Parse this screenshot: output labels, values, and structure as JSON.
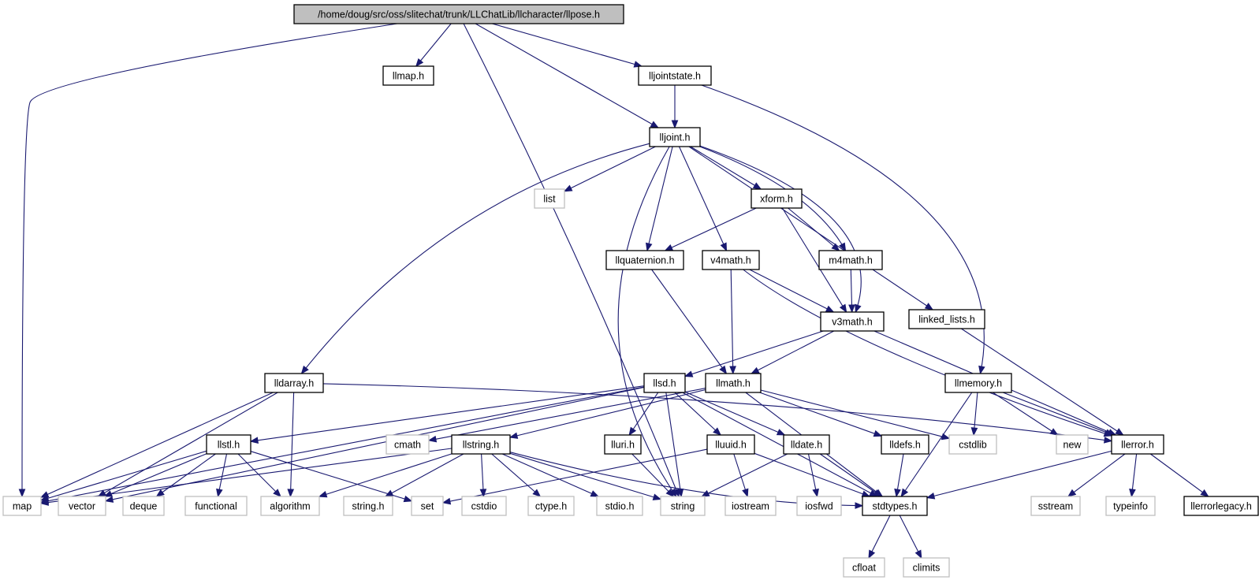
{
  "nodes": [
    {
      "id": "root",
      "label": "/home/doug/src/oss/slitechat/trunk/LLChatLib/llcharacter/llpose.h",
      "kind": "root"
    },
    {
      "id": "llmap",
      "label": "llmap.h",
      "kind": "local"
    },
    {
      "id": "lljointstate",
      "label": "lljointstate.h",
      "kind": "local"
    },
    {
      "id": "lljoint",
      "label": "lljoint.h",
      "kind": "local"
    },
    {
      "id": "list",
      "label": "list",
      "kind": "system"
    },
    {
      "id": "xform",
      "label": "xform.h",
      "kind": "local"
    },
    {
      "id": "llquaternion",
      "label": "llquaternion.h",
      "kind": "local"
    },
    {
      "id": "v4math",
      "label": "v4math.h",
      "kind": "local"
    },
    {
      "id": "m4math",
      "label": "m4math.h",
      "kind": "local"
    },
    {
      "id": "v3math",
      "label": "v3math.h",
      "kind": "local"
    },
    {
      "id": "linked_lists",
      "label": "linked_lists.h",
      "kind": "local"
    },
    {
      "id": "lldarray",
      "label": "lldarray.h",
      "kind": "local"
    },
    {
      "id": "llsd",
      "label": "llsd.h",
      "kind": "local"
    },
    {
      "id": "llmath",
      "label": "llmath.h",
      "kind": "local"
    },
    {
      "id": "llmemory",
      "label": "llmemory.h",
      "kind": "local"
    },
    {
      "id": "llstl",
      "label": "llstl.h",
      "kind": "local"
    },
    {
      "id": "cmath",
      "label": "cmath",
      "kind": "system"
    },
    {
      "id": "llstring",
      "label": "llstring.h",
      "kind": "local"
    },
    {
      "id": "lluri",
      "label": "lluri.h",
      "kind": "local"
    },
    {
      "id": "lluuid",
      "label": "lluuid.h",
      "kind": "local"
    },
    {
      "id": "lldate",
      "label": "lldate.h",
      "kind": "local"
    },
    {
      "id": "lldefs",
      "label": "lldefs.h",
      "kind": "local"
    },
    {
      "id": "cstdlib",
      "label": "cstdlib",
      "kind": "system"
    },
    {
      "id": "new",
      "label": "new",
      "kind": "system"
    },
    {
      "id": "llerror",
      "label": "llerror.h",
      "kind": "local"
    },
    {
      "id": "map",
      "label": "map",
      "kind": "system"
    },
    {
      "id": "vector",
      "label": "vector",
      "kind": "system"
    },
    {
      "id": "deque",
      "label": "deque",
      "kind": "system"
    },
    {
      "id": "functional",
      "label": "functional",
      "kind": "system"
    },
    {
      "id": "algorithm",
      "label": "algorithm",
      "kind": "system"
    },
    {
      "id": "string_h",
      "label": "string.h",
      "kind": "system"
    },
    {
      "id": "set",
      "label": "set",
      "kind": "system"
    },
    {
      "id": "cstdio",
      "label": "cstdio",
      "kind": "system"
    },
    {
      "id": "ctype",
      "label": "ctype.h",
      "kind": "system"
    },
    {
      "id": "stdio",
      "label": "stdio.h",
      "kind": "system"
    },
    {
      "id": "string",
      "label": "string",
      "kind": "system"
    },
    {
      "id": "iostream",
      "label": "iostream",
      "kind": "system"
    },
    {
      "id": "iosfwd",
      "label": "iosfwd",
      "kind": "system"
    },
    {
      "id": "stdtypes",
      "label": "stdtypes.h",
      "kind": "local"
    },
    {
      "id": "sstream",
      "label": "sstream",
      "kind": "system"
    },
    {
      "id": "typeinfo",
      "label": "typeinfo",
      "kind": "system"
    },
    {
      "id": "llerrorlegacy",
      "label": "llerrorlegacy.h",
      "kind": "local"
    },
    {
      "id": "cfloat",
      "label": "cfloat",
      "kind": "system"
    },
    {
      "id": "climits",
      "label": "climits",
      "kind": "system"
    }
  ],
  "edges": [
    [
      "root",
      "map"
    ],
    [
      "root",
      "llmap"
    ],
    [
      "root",
      "string"
    ],
    [
      "root",
      "lljoint"
    ],
    [
      "root",
      "lljointstate"
    ],
    [
      "lljointstate",
      "lljoint"
    ],
    [
      "lljointstate",
      "llmemory"
    ],
    [
      "lljoint",
      "lldarray"
    ],
    [
      "lljoint",
      "list"
    ],
    [
      "lljoint",
      "string"
    ],
    [
      "lljoint",
      "llquaternion"
    ],
    [
      "lljoint",
      "v4math"
    ],
    [
      "lljoint",
      "xform"
    ],
    [
      "lljoint",
      "m4math"
    ],
    [
      "lljoint",
      "v3math"
    ],
    [
      "lljoint",
      "linked_lists"
    ],
    [
      "xform",
      "llquaternion"
    ],
    [
      "xform",
      "m4math"
    ],
    [
      "xform",
      "v3math"
    ],
    [
      "llquaternion",
      "llmath"
    ],
    [
      "v4math",
      "llmath"
    ],
    [
      "v4math",
      "v3math"
    ],
    [
      "v4math",
      "llerror"
    ],
    [
      "m4math",
      "v3math"
    ],
    [
      "v3math",
      "llsd"
    ],
    [
      "v3math",
      "llmath"
    ],
    [
      "v3math",
      "llerror"
    ],
    [
      "linked_lists",
      "llerror"
    ],
    [
      "lldarray",
      "map"
    ],
    [
      "lldarray",
      "vector"
    ],
    [
      "lldarray",
      "algorithm"
    ],
    [
      "lldarray",
      "llerror"
    ],
    [
      "llsd",
      "map"
    ],
    [
      "llsd",
      "vector"
    ],
    [
      "llsd",
      "string"
    ],
    [
      "llsd",
      "llstl"
    ],
    [
      "llsd",
      "lluri"
    ],
    [
      "llsd",
      "lluuid"
    ],
    [
      "llsd",
      "lldate"
    ],
    [
      "llsd",
      "stdtypes"
    ],
    [
      "llmath",
      "cmath"
    ],
    [
      "llmath",
      "llstring"
    ],
    [
      "llmath",
      "lldefs"
    ],
    [
      "llmath",
      "cstdlib"
    ],
    [
      "llmath",
      "stdtypes"
    ],
    [
      "llmemory",
      "cstdlib"
    ],
    [
      "llmemory",
      "new"
    ],
    [
      "llmemory",
      "llerror"
    ],
    [
      "llmemory",
      "stdtypes"
    ],
    [
      "llstl",
      "map"
    ],
    [
      "llstl",
      "vector"
    ],
    [
      "llstl",
      "deque"
    ],
    [
      "llstl",
      "functional"
    ],
    [
      "llstl",
      "algorithm"
    ],
    [
      "llstl",
      "set"
    ],
    [
      "llstring",
      "map"
    ],
    [
      "llstring",
      "algorithm"
    ],
    [
      "llstring",
      "string_h"
    ],
    [
      "llstring",
      "cstdio"
    ],
    [
      "llstring",
      "ctype"
    ],
    [
      "llstring",
      "stdio"
    ],
    [
      "llstring",
      "string"
    ],
    [
      "llstring",
      "stdtypes"
    ],
    [
      "lluri",
      "string"
    ],
    [
      "lluuid",
      "set"
    ],
    [
      "lluuid",
      "iostream"
    ],
    [
      "lluuid",
      "stdtypes"
    ],
    [
      "lldate",
      "string"
    ],
    [
      "lldate",
      "iosfwd"
    ],
    [
      "lldate",
      "stdtypes"
    ],
    [
      "lldefs",
      "stdtypes"
    ],
    [
      "llerror",
      "sstream"
    ],
    [
      "llerror",
      "typeinfo"
    ],
    [
      "llerror",
      "llerrorlegacy"
    ],
    [
      "llerror",
      "stdtypes"
    ],
    [
      "stdtypes",
      "cfloat"
    ],
    [
      "stdtypes",
      "climits"
    ]
  ],
  "colors": {
    "edge": "#191970",
    "local_border": "#000000",
    "system_border": "#bfbfbf",
    "root_fill": "#bfbfbf"
  }
}
